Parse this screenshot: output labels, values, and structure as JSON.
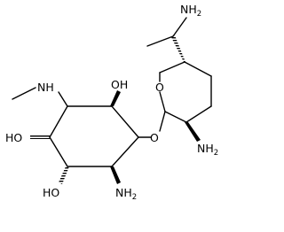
{
  "molecule": {
    "labels": {
      "nh2_top": {
        "main": "NH",
        "sub": "2"
      },
      "o_ring": {
        "main": "O"
      },
      "nh2_ring": {
        "main": "NH",
        "sub": "2"
      },
      "o_link": {
        "main": "O"
      },
      "nh": {
        "main": "NH"
      },
      "oh_top": {
        "main": "OH"
      },
      "ho_left": {
        "main": "HO"
      },
      "ho_bottom": {
        "main": "HO"
      },
      "nh2_bottom": {
        "main": "NH",
        "sub": "2"
      }
    }
  }
}
